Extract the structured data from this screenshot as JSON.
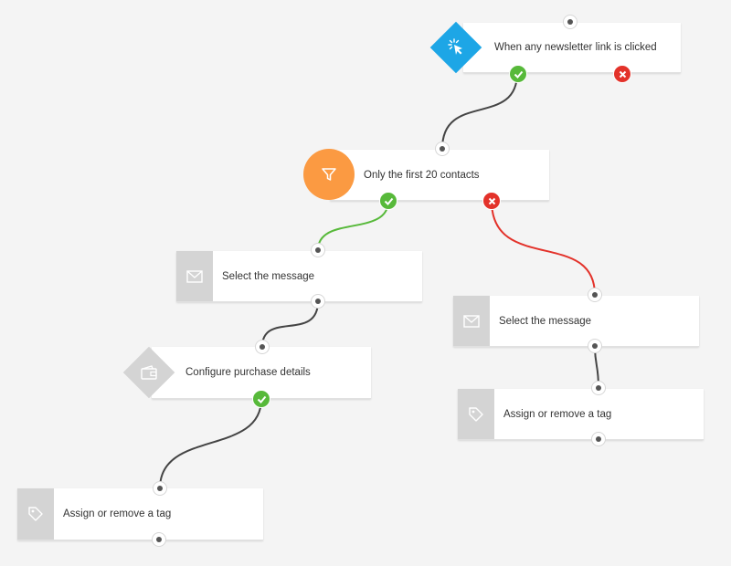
{
  "colors": {
    "trigger": "#1da6e6",
    "filter": "#fb9a42",
    "neutral_icon": "#d4d4d4",
    "yes": "#57b93a",
    "no": "#e3322a",
    "wire": "#444444"
  },
  "nodes": {
    "trigger_link": {
      "label": "When any newsletter link is clicked",
      "icon": "cursor-click-icon"
    },
    "filter_contacts": {
      "label": "Only the first 20 contacts",
      "icon": "filter-icon"
    },
    "message_left": {
      "label": "Select the message",
      "icon": "envelope-icon"
    },
    "purchase": {
      "label": "Configure purchase details",
      "icon": "wallet-icon"
    },
    "tag_left": {
      "label": "Assign or remove a tag",
      "icon": "tag-icon"
    },
    "message_right": {
      "label": "Select the message",
      "icon": "envelope-icon"
    },
    "tag_right": {
      "label": "Assign or remove a tag",
      "icon": "tag-icon"
    }
  }
}
